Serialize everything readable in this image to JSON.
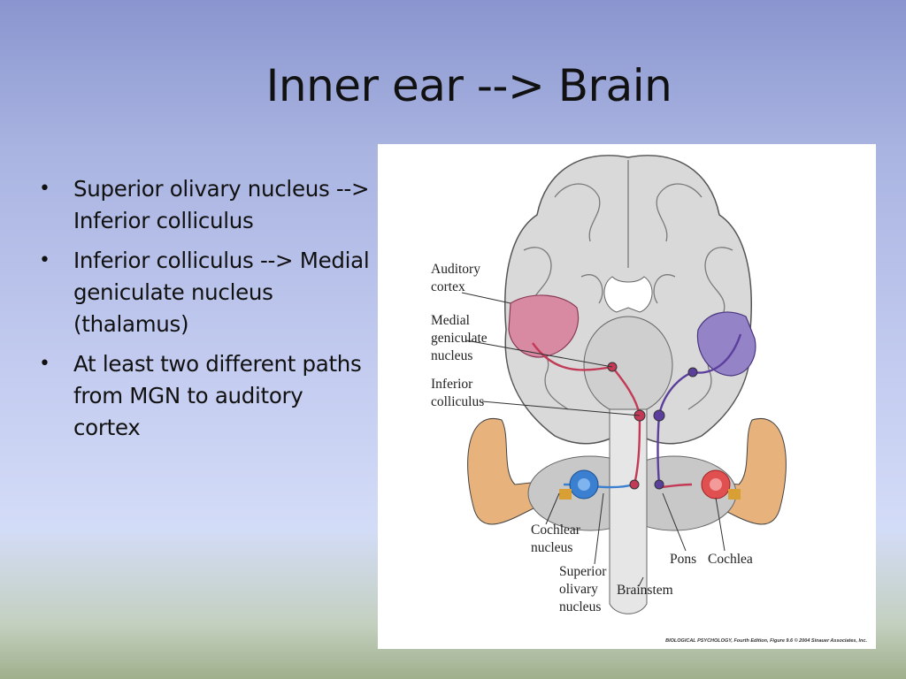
{
  "slide": {
    "title": "Inner ear --> Brain",
    "bullets": [
      "Superior olivary nucleus --> Inferior colliculus",
      "Inferior colliculus --> Medial geniculate nucleus (thalamus)",
      "At least two different paths from MGN to auditory cortex"
    ]
  },
  "figure": {
    "labels": {
      "auditory_cortex_1": "Auditory",
      "auditory_cortex_2": "cortex",
      "mgn_1": "Medial",
      "mgn_2": "geniculate",
      "mgn_3": "nucleus",
      "ic_1": "Inferior",
      "ic_2": "colliculus",
      "cochlear_1": "Cochlear",
      "cochlear_2": "nucleus",
      "son_1": "Superior",
      "son_2": "olivary",
      "son_3": "nucleus",
      "brainstem": "Brainstem",
      "pons": "Pons",
      "cochlea": "Cochlea"
    },
    "credit": "BIOLOGICAL PSYCHOLOGY, Fourth Edition, Figure 9.6 © 2004 Sinauer Associates, Inc.",
    "colors": {
      "left_path": "#c23a55",
      "right_path": "#5b3f9c",
      "left_cortex": "#d88aa2",
      "right_cortex": "#9583c7",
      "brain_fill": "#d9d9d9",
      "ear_fill": "#e8b27c",
      "cochlea_blue": "#3a7fd0",
      "cochlea_red": "#e05050"
    }
  }
}
